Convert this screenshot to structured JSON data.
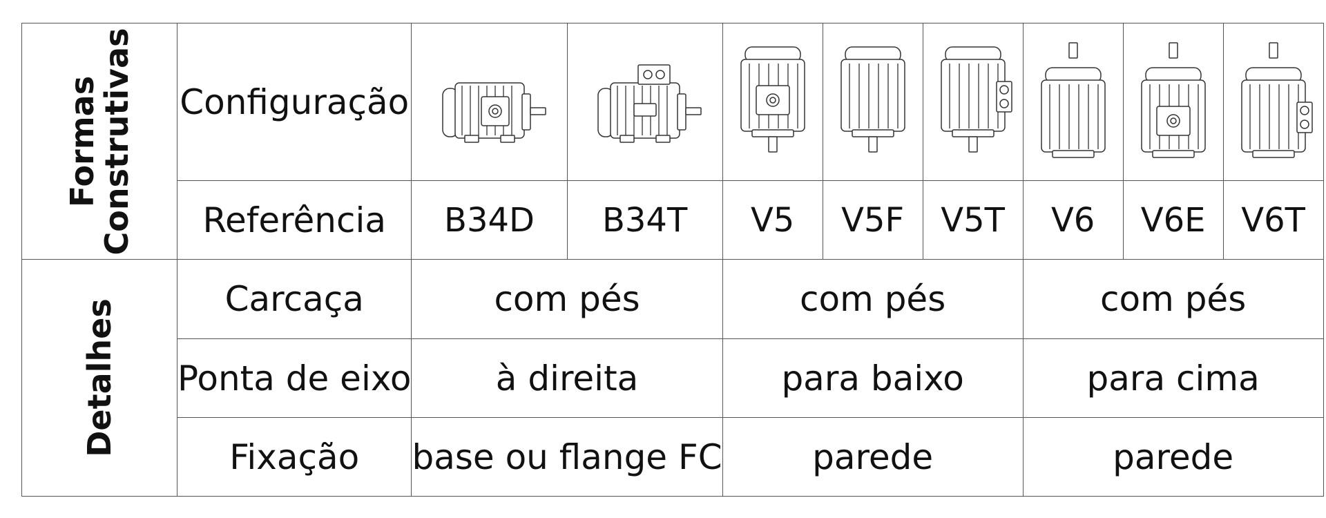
{
  "groups": {
    "formas": "Formas\nConstrutivas",
    "detalhes": "Detalhes"
  },
  "rows": {
    "configuracao": "Configuração",
    "referencia": "Referência",
    "carcaca": "Carcaça",
    "ponta": "Ponta de eixo",
    "fixacao": "Fixação"
  },
  "references": [
    "B34D",
    "B34T",
    "V5",
    "V5F",
    "V5T",
    "V6",
    "V6E",
    "V6T"
  ],
  "motor_images": [
    {
      "name": "motor-b34d-icon",
      "orientation": "horizontal",
      "terminal_box": "side"
    },
    {
      "name": "motor-b34t-icon",
      "orientation": "horizontal",
      "terminal_box": "top"
    },
    {
      "name": "motor-v5-icon",
      "orientation": "shaft-down",
      "terminal_box": "front"
    },
    {
      "name": "motor-v5f-icon",
      "orientation": "shaft-down",
      "terminal_box": "none"
    },
    {
      "name": "motor-v5t-icon",
      "orientation": "shaft-down",
      "terminal_box": "side"
    },
    {
      "name": "motor-v6-icon",
      "orientation": "shaft-up",
      "terminal_box": "none"
    },
    {
      "name": "motor-v6e-icon",
      "orientation": "shaft-up",
      "terminal_box": "front"
    },
    {
      "name": "motor-v6t-icon",
      "orientation": "shaft-up",
      "terminal_box": "side"
    }
  ],
  "details": {
    "carcaca": [
      "com pés",
      "com pés",
      "com pés"
    ],
    "ponta": [
      "à direita",
      "para baixo",
      "para cima"
    ],
    "fixacao": [
      "base ou flange FC",
      "parede",
      "parede"
    ]
  },
  "colors": {
    "border": "#555555",
    "text": "#111111",
    "drawing": "#333333"
  }
}
